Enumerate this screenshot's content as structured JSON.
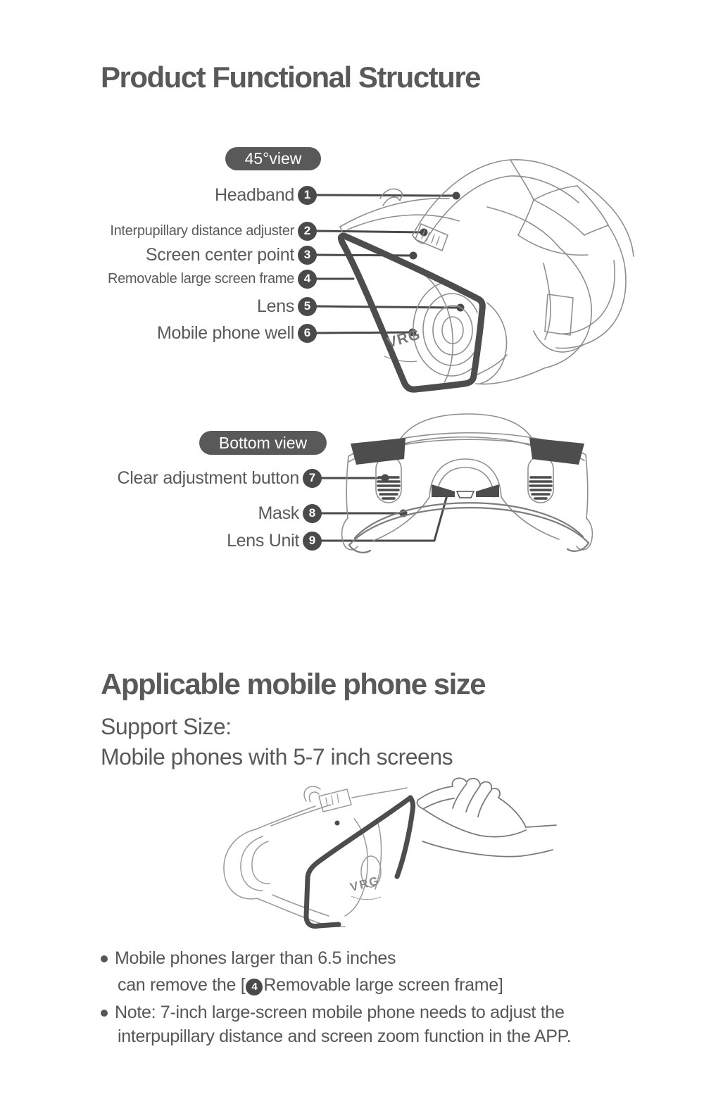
{
  "s1": {
    "title": "Product Functional Structure",
    "logo": "VRG",
    "v45": {
      "badge": "45°view",
      "labels": [
        {
          "num": "1",
          "text": "Headband"
        },
        {
          "num": "2",
          "text": "Interpupillary distance adjuster"
        },
        {
          "num": "3",
          "text": "Screen center point"
        },
        {
          "num": "4",
          "text": "Removable large screen frame"
        },
        {
          "num": "5",
          "text": "Lens"
        },
        {
          "num": "6",
          "text": "Mobile phone well"
        }
      ]
    },
    "vbottom": {
      "badge": "Bottom view",
      "labels": [
        {
          "num": "7",
          "text": "Clear adjustment button"
        },
        {
          "num": "8",
          "text": "Mask"
        },
        {
          "num": "9",
          "text": "Lens Unit"
        }
      ]
    }
  },
  "s2": {
    "title": "Applicable mobile phone size",
    "support1": "Support Size:",
    "support2": "Mobile phones with 5-7 inch screens",
    "b1_line1": "Mobile phones larger than 6.5 inches",
    "b1_line2_pre": "can remove the [",
    "b1_line2_num": "4",
    "b1_line2_post": "Removable large screen frame]",
    "b2_line1": "Note: 7-inch large-screen mobile phone needs to adjust the",
    "b2_line2": "interpupillary distance and screen zoom function in the APP."
  },
  "colors": {
    "text": "#595959",
    "dark": "#4a4a4a",
    "line_art": "#8f8f8f",
    "badge_bg": "#595959",
    "badge_text": "#ffffff"
  }
}
